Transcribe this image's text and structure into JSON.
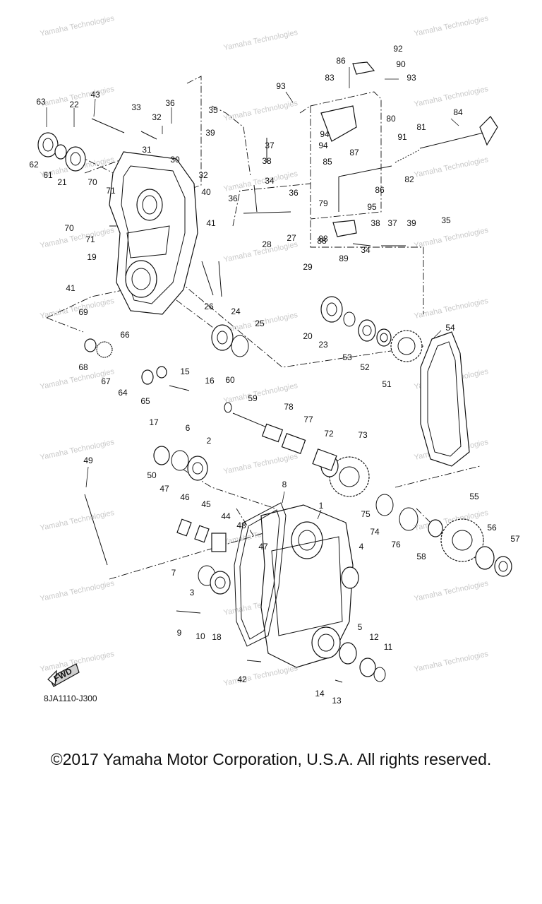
{
  "diagram": {
    "drawing_code": "8JA1110-J300",
    "fwd_label": "FWD",
    "watermark_text": "Yamaha Technologies",
    "part_numbers": [
      "1",
      "2",
      "3",
      "4",
      "5",
      "6",
      "7",
      "8",
      "9",
      "10",
      "11",
      "12",
      "13",
      "14",
      "15",
      "16",
      "17",
      "18",
      "19",
      "20",
      "21",
      "22",
      "23",
      "24",
      "25",
      "26",
      "27",
      "28",
      "29",
      "30",
      "31",
      "32",
      "33",
      "34",
      "35",
      "36",
      "37",
      "38",
      "39",
      "40",
      "41",
      "42",
      "43",
      "44",
      "45",
      "46",
      "47",
      "48",
      "49",
      "50",
      "51",
      "52",
      "53",
      "54",
      "55",
      "56",
      "57",
      "58",
      "59",
      "60",
      "61",
      "62",
      "63",
      "64",
      "65",
      "66",
      "67",
      "68",
      "69",
      "70",
      "71",
      "72",
      "73",
      "74",
      "75",
      "76",
      "77",
      "78",
      "79",
      "80",
      "81",
      "82",
      "83",
      "84",
      "85",
      "86",
      "87",
      "88",
      "89",
      "90",
      "91",
      "92",
      "93",
      "94",
      "95"
    ]
  },
  "footer": {
    "copyright": "©2017 Yamaha Motor Corporation, U.S.A. All rights reserved."
  }
}
